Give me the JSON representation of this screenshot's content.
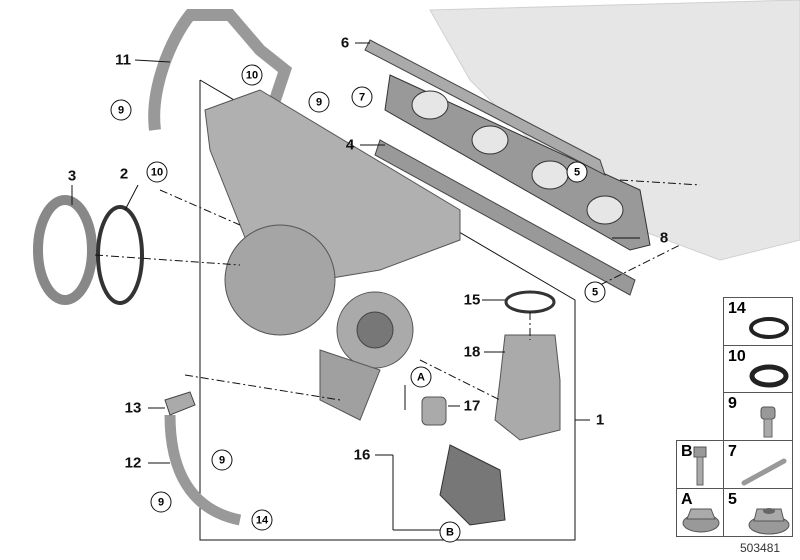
{
  "callouts": {
    "l1": "1",
    "l2": "2",
    "l3": "3",
    "l4": "4",
    "l6": "6",
    "l7": "7",
    "l8": "8",
    "l11": "11",
    "l12": "12",
    "l13": "13",
    "l15": "15",
    "l16": "16",
    "l17": "17",
    "l18": "18",
    "c5a": "5",
    "c5b": "5",
    "c9a": "9",
    "c9b": "9",
    "c9c": "9",
    "c9d": "9",
    "c10a": "10",
    "c10b": "10",
    "c14": "14",
    "cA": "A",
    "cB": "B"
  },
  "legend": [
    {
      "label": "14",
      "part": "o-ring"
    },
    {
      "label": "10",
      "part": "o-ring"
    },
    {
      "label": "9",
      "part": "screw"
    },
    {
      "label": "B",
      "part": "bolt"
    },
    {
      "label": "7",
      "part": "pin"
    },
    {
      "label": "A",
      "part": "nut"
    },
    {
      "label": "5",
      "part": "nut"
    }
  ],
  "reference_number": "503481",
  "colors": {
    "part": "#a9a9a9",
    "engine": "#e4e4e4",
    "line": "#111111"
  }
}
